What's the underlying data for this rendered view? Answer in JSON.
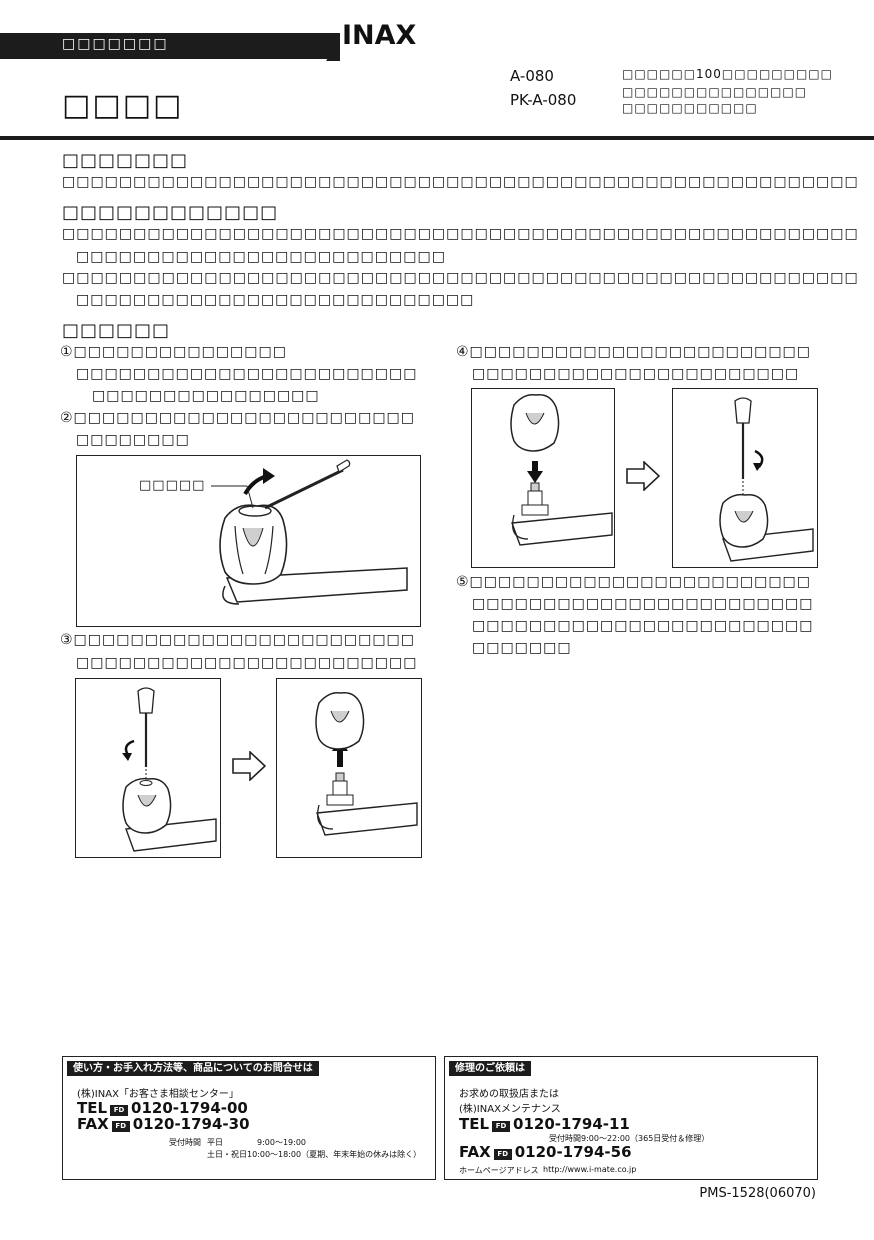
{
  "header": {
    "category_label": "□□□□□□□",
    "brand": "INAX",
    "title": "□□□□",
    "models": [
      "A-080",
      "PK-A-080"
    ],
    "note_lines": [
      "□□□□□□100□□□□□□□□□",
      "□□□□□□□□□□□□□□□",
      "□□□□□□□□□□□"
    ]
  },
  "sections": {
    "s1": {
      "heading": "□□□□□□□",
      "text": "□□□□□□□□□□□□□□□□□□□□□□□□□□□□□□□□□□□□□□□□□□□□□□□□□□□□□□□□"
    },
    "s2": {
      "heading": "□□□□□□□□□□□□",
      "lines": [
        "□□□□□□□□□□□□□□□□□□□□□□□□□□□□□□□□□□□□□□□□□□□□□□□□□□□□□□□□",
        "□□□□□□□□□□□□□□□□□□□□□□□□□□",
        "□□□□□□□□□□□□□□□□□□□□□□□□□□□□□□□□□□□□□□□□□□□□□□□□□□□□□□□□",
        "□□□□□□□□□□□□□□□□□□□□□□□□□□□□"
      ]
    },
    "s3": {
      "heading": "□□□□□□",
      "steps": {
        "step1": [
          "①□□□□□□□□□□□□□□□",
          "□□□□□□□□□□□□□□□□□□□□□□□□",
          "□□□□□□□□□□□□□□□□"
        ],
        "step2": [
          "②□□□□□□□□□□□□□□□□□□□□□□□□",
          "□□□□□□□□"
        ],
        "step2_callout": "□□□□□",
        "step3": [
          "③□□□□□□□□□□□□□□□□□□□□□□□□",
          "□□□□□□□□□□□□□□□□□□□□□□□□"
        ],
        "step4": [
          "④□□□□□□□□□□□□□□□□□□□□□□□□",
          "□□□□□□□□□□□□□□□□□□□□□□□"
        ],
        "step5": [
          "⑤□□□□□□□□□□□□□□□□□□□□□□□□",
          "□□□□□□□□□□□□□□□□□□□□□□□□",
          "□□□□□□□□□□□□□□□□□□□□□□□□",
          "□□□□□□□"
        ]
      }
    }
  },
  "footer": {
    "left": {
      "header": "使い方・お手入れ方法等、商品についてのお問合せは",
      "org": "(株)INAX「お客さま相談センター」",
      "tel_label": "TEL",
      "tel": "0120-1794-00",
      "fax_label": "FAX",
      "fax": "0120-1794-30",
      "hours_label": "受付時間",
      "weekday_label": "平日",
      "weekday_hours": "9:00〜19:00",
      "weekend_hours": "土日・祝日10:00〜18:00（夏期、年末年始の休みは除く）"
    },
    "right": {
      "header": "修理のご依頼は",
      "line1": "お求めの取扱店または",
      "org": "(株)INAXメンテナンス",
      "tel_label": "TEL",
      "tel": "0120-1794-11",
      "hours": "受付時間9:00〜22:00（365日受付＆修理）",
      "fax_label": "FAX",
      "fax": "0120-1794-56",
      "homepage_label": "ホームページアドレス",
      "homepage_url": "http://www.i-mate.co.jp"
    },
    "dial_icon_text": "FD",
    "doc_code": "PMS-1528(06070)"
  }
}
